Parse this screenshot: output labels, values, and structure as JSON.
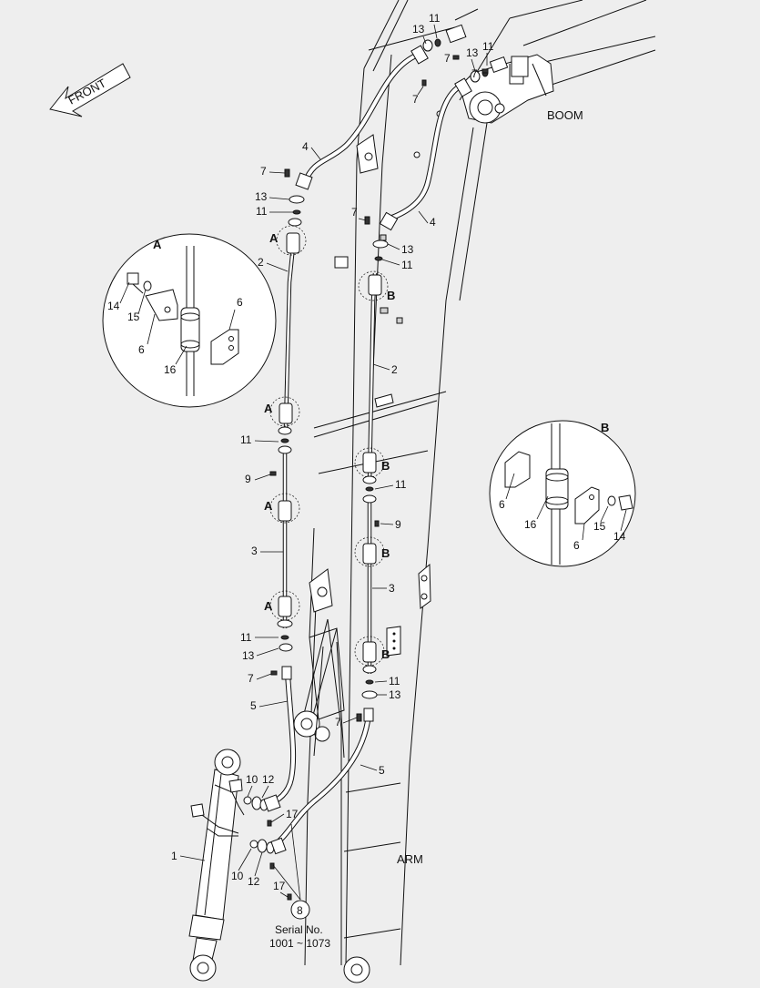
{
  "labels": {
    "front": "FRONT",
    "boom": "BOOM",
    "arm": "ARM",
    "serial_line1": "Serial No.",
    "serial_line2": "1001 ~ 1073",
    "callout_8": "8"
  },
  "detail_A": {
    "title": "A",
    "parts": [
      "14",
      "15",
      "6",
      "6",
      "16"
    ]
  },
  "detail_B": {
    "title": "B",
    "parts": [
      "6",
      "16",
      "15",
      "6",
      "14"
    ]
  },
  "clamp_markers": [
    "A",
    "B"
  ],
  "part_numbers": [
    "1",
    "2",
    "3",
    "4",
    "5",
    "6",
    "7",
    "8",
    "9",
    "10",
    "11",
    "12",
    "13",
    "14",
    "15",
    "16",
    "17"
  ]
}
